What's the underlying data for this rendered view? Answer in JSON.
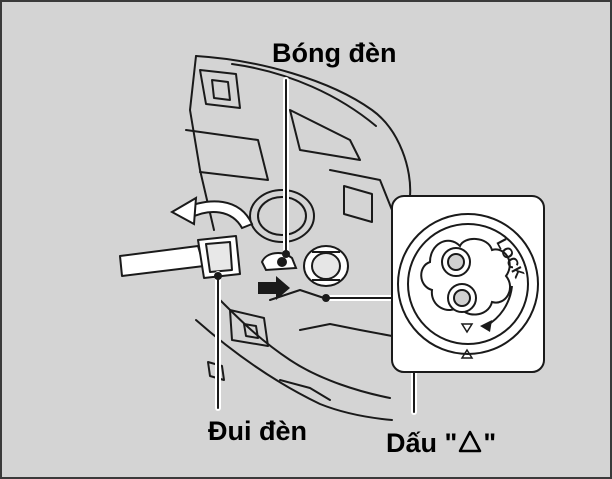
{
  "labels": {
    "bulb": "Bóng đèn",
    "socket": "Đui đèn",
    "mark_prefix": "Dấu \"",
    "mark_suffix": "\""
  },
  "inset": {
    "lock_text": "LOCK"
  },
  "icons": {
    "rotate_arrow": "curved-arrow-left-icon",
    "push_arrow": "arrow-right-icon",
    "triangle_mark": "triangle-mark-icon"
  },
  "colors": {
    "background": "#d4d4d4",
    "line": "#1a1a1a",
    "outline": "#ffffff"
  }
}
